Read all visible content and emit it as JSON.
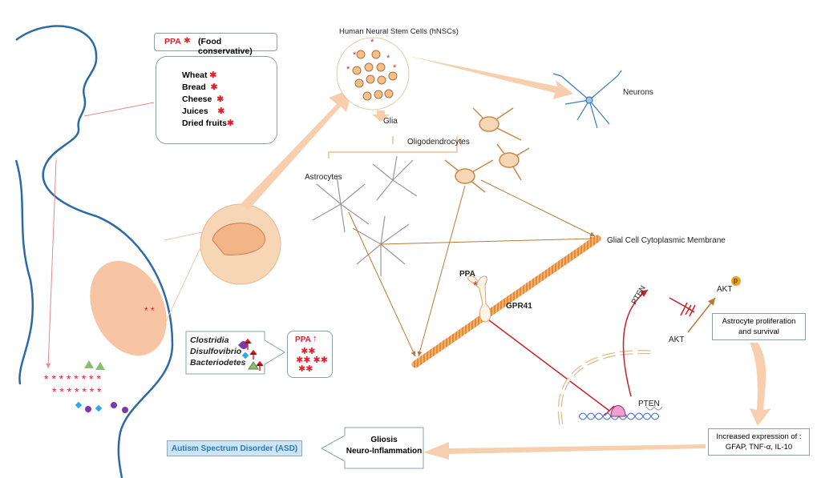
{
  "food": {
    "title_ppa": "PPA",
    "title_rest": "(Food conservative)",
    "items": [
      "Wheat",
      "Bread",
      "Cheese",
      "Juices",
      "Dried fruits"
    ]
  },
  "cells": {
    "hnsc": "Human Neural Stem Cells (hNSCs)",
    "neurons": "Neurons",
    "glia": "Glia",
    "oligodendrocytes": "Oligodendrocytes",
    "astrocytes": "Astrocytes",
    "membrane": "Glial Cell Cytoplasmic Membrane"
  },
  "gut": {
    "bacteria": [
      "Clostridia",
      "Disulfovibrio",
      "Bacteriodetes"
    ],
    "ppa_up": "PPA"
  },
  "pathway": {
    "ppa": "PPA",
    "gpr41": "GPR41",
    "pten_top": "PTEN",
    "akt_p": "AKT",
    "p_badge": "p",
    "akt": "AKT",
    "pten_gene": "PTEN",
    "proliferation": [
      "Astrocyte proliferation",
      "and survival"
    ],
    "expression": [
      "Increased expression of :",
      "GFAP, TNF-α, IL-10"
    ]
  },
  "outcome": {
    "gliosis": [
      "Gliosis",
      "Neuro-Inflammation"
    ],
    "asd": "Autism Spectrum Disorder (ASD)"
  },
  "colors": {
    "silhouette": "#2a6aa8",
    "arrow_fill": "#f7cfae",
    "inhibit": "#c8202a",
    "membrane": "#e89a4a",
    "asd_fill": "#cde4f4",
    "asd_text": "#2a7ab8"
  }
}
